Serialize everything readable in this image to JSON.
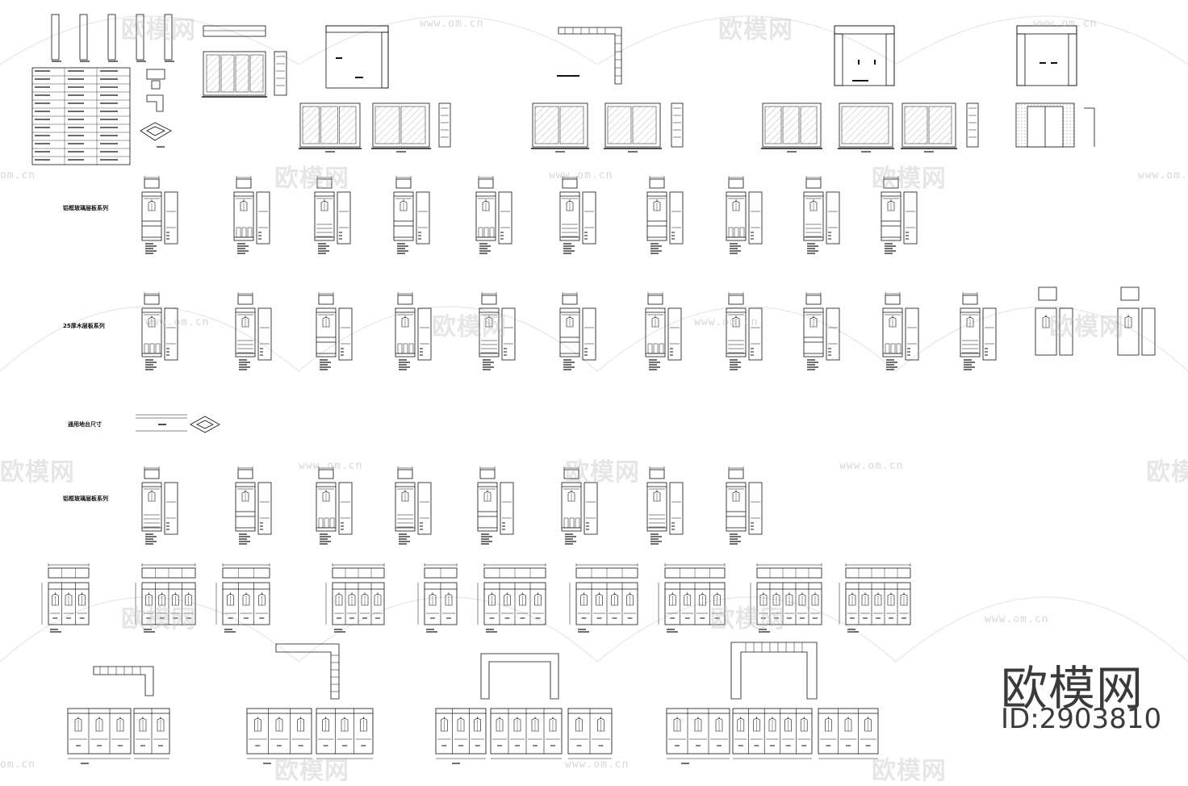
{
  "watermark": {
    "logo_text": "欧模网",
    "url_text": "www.om.cn",
    "url_short": "om.cn"
  },
  "series": {
    "row1_label": "铝框玻璃层板系列",
    "row2_label": "25厚木层板系列",
    "row3_label": "通用地台尺寸",
    "row4_label": "铝框玻璃层板系列"
  },
  "brand": {
    "logo_text": "欧模网",
    "id_text": "ID:2903810"
  },
  "colors": {
    "line": "#111111",
    "hatch": "#888888",
    "watermark": "#bdbdbd",
    "brand_text": "#3a3a3a"
  }
}
